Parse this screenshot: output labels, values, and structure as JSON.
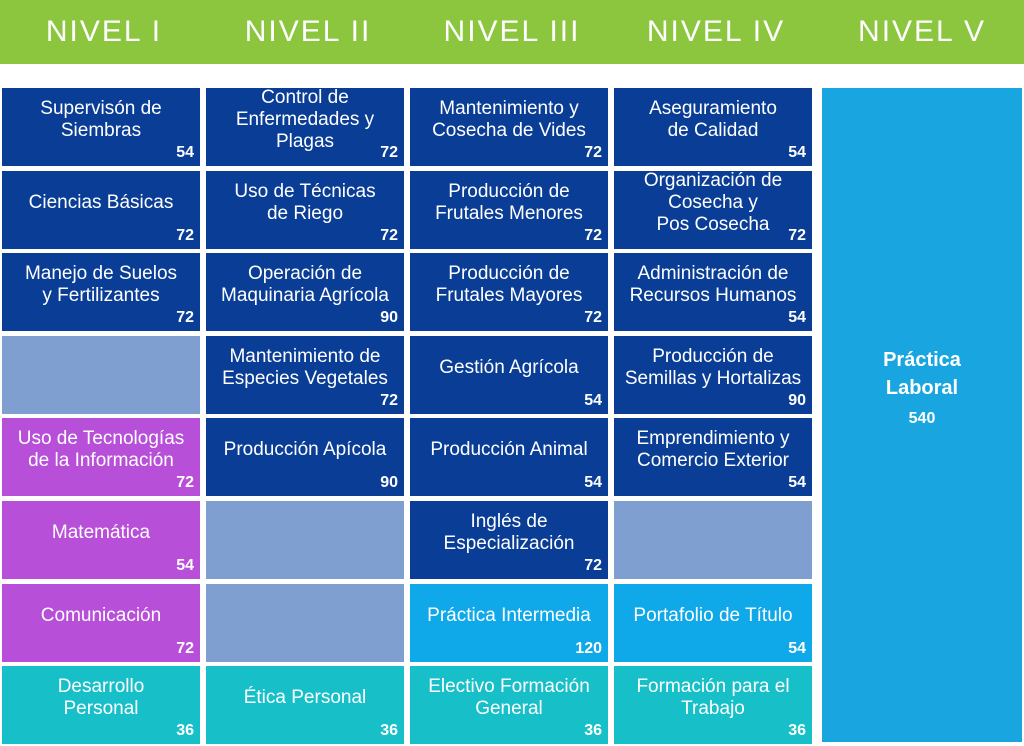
{
  "levels": [
    "NIVEL I",
    "NIVEL II",
    "NIVEL III",
    "NIVEL IV",
    "NIVEL V"
  ],
  "colors": {
    "header": "#8cc63f",
    "dark": "#0a3e96",
    "empty": "#7f9fd1",
    "purple": "#b84fd8",
    "light": "#0fa8e8",
    "teal": "#17c0c9",
    "practica": "#19a6e0"
  },
  "columns": [
    [
      {
        "type": "dark",
        "title": "Supervisón de\nSiembras",
        "hours": "54"
      },
      {
        "type": "dark",
        "title": "Ciencias Básicas",
        "hours": "72"
      },
      {
        "type": "dark",
        "title": "Manejo de Suelos\ny Fertilizantes",
        "hours": "72"
      },
      {
        "type": "empty",
        "title": "",
        "hours": ""
      },
      {
        "type": "purple",
        "title": "Uso de Tecnologías\nde la Información",
        "hours": "72"
      },
      {
        "type": "purple",
        "title": "Matemática",
        "hours": "54"
      },
      {
        "type": "purple",
        "title": "Comunicación",
        "hours": "72"
      },
      {
        "type": "teal",
        "title": "Desarrollo\nPersonal",
        "hours": "36"
      }
    ],
    [
      {
        "type": "dark",
        "title": "Control de\nEnfermedades y\nPlagas",
        "hours": "72"
      },
      {
        "type": "dark",
        "title": "Uso de Técnicas\nde Riego",
        "hours": "72"
      },
      {
        "type": "dark",
        "title": "Operación de\nMaquinaria Agrícola",
        "hours": "90"
      },
      {
        "type": "dark",
        "title": "Mantenimiento de\nEspecies Vegetales",
        "hours": "72"
      },
      {
        "type": "dark",
        "title": "Producción Apícola",
        "hours": "90"
      },
      {
        "type": "empty",
        "title": "",
        "hours": ""
      },
      {
        "type": "empty",
        "title": "",
        "hours": ""
      },
      {
        "type": "teal",
        "title": "Ética Personal",
        "hours": "36"
      }
    ],
    [
      {
        "type": "dark",
        "title": "Mantenimiento y\nCosecha de Vides",
        "hours": "72"
      },
      {
        "type": "dark",
        "title": "Producción de\nFrutales Menores",
        "hours": "72"
      },
      {
        "type": "dark",
        "title": "Producción de\nFrutales Mayores",
        "hours": "72"
      },
      {
        "type": "dark",
        "title": "Gestión Agrícola",
        "hours": "54"
      },
      {
        "type": "dark",
        "title": "Producción Animal",
        "hours": "54"
      },
      {
        "type": "dark",
        "title": "Inglés de\nEspecialización",
        "hours": "72"
      },
      {
        "type": "light",
        "title": "Práctica Intermedia",
        "hours": "120"
      },
      {
        "type": "teal",
        "title": "Electivo Formación\nGeneral",
        "hours": "36"
      }
    ],
    [
      {
        "type": "dark",
        "title": "Aseguramiento\nde Calidad",
        "hours": "54"
      },
      {
        "type": "dark",
        "title": "Organización de\nCosecha y\nPos Cosecha",
        "hours": "72"
      },
      {
        "type": "dark",
        "title": "Administración de\nRecursos Humanos",
        "hours": "54"
      },
      {
        "type": "dark",
        "title": "Producción de\nSemillas y Hortalizas",
        "hours": "90"
      },
      {
        "type": "dark",
        "title": "Emprendimiento y\nComercio Exterior",
        "hours": "54"
      },
      {
        "type": "empty",
        "title": "",
        "hours": ""
      },
      {
        "type": "light",
        "title": "Portafolio de Título",
        "hours": "54"
      },
      {
        "type": "teal",
        "title": "Formación para el\nTrabajo",
        "hours": "36"
      }
    ]
  ],
  "practica": {
    "title": "Práctica\nLaboral",
    "hours": "540"
  }
}
